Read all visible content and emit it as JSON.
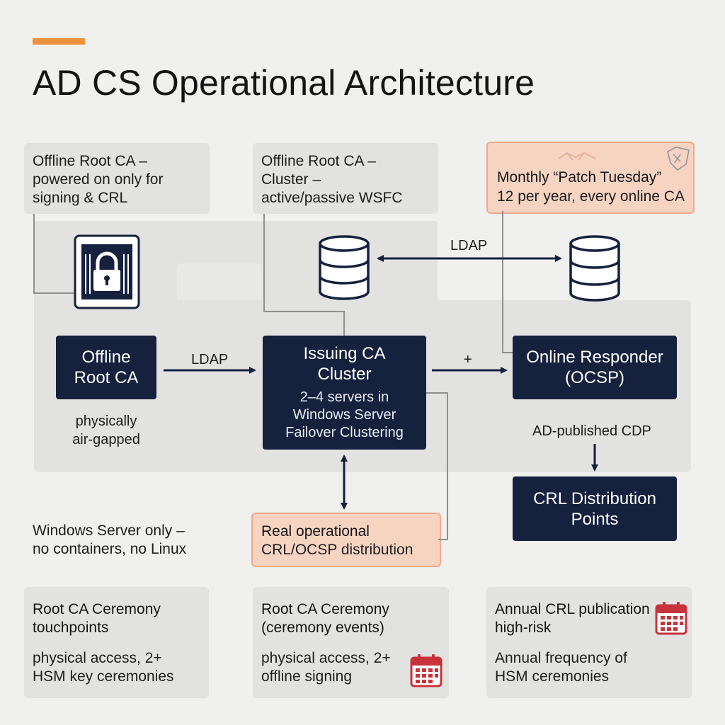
{
  "title": "AD CS Operational Architecture",
  "colors": {
    "accent": "#f0913e",
    "navy": "#15213d",
    "panel": "#e2e2e1",
    "highlight": "#f7d4c2",
    "calendar": "#c8323a"
  },
  "notes": {
    "offline_root": {
      "text": "Offline Root CA –\npowered on only for\nsigning & CRL"
    },
    "cluster": {
      "text": "Offline Root CA –\nCluster –\nactive/passive WSFC"
    },
    "patch": {
      "title": "Monthly “Patch Tuesday”",
      "text": "12 per year, every online CA"
    },
    "windows": {
      "text": "Windows Server only –\nno containers, no Linux"
    },
    "real_ops": {
      "title": "Real operational",
      "text": "CRL/OCSP distribution"
    }
  },
  "nodes": {
    "root_ca": {
      "title": "Offline\nRoot CA"
    },
    "issuing": {
      "title": "Issuing CA\nCluster",
      "sub": "2–4 servers in\nWindows Server\nFailover Clustering"
    },
    "ocsp": {
      "title": "Online Responder\n(OCSP)"
    },
    "crl": {
      "title": "CRL Distribution\nPoints"
    }
  },
  "labels": {
    "air_gapped": "physically\nair-gapped",
    "ldap_top": "LDAP",
    "ldap_mid": "LDAP",
    "plus": "+",
    "ad_cdp": "AD-published CDP"
  },
  "icons": {
    "lock": "padlock-icon",
    "db1": "database-icon",
    "db2": "database-icon",
    "calendar": "calendar-icon",
    "handshake": "handshake-icon",
    "shield": "shield-icon"
  },
  "cards": [
    {
      "title": "Root CA Ceremony\ntouchpoints",
      "body": "physical access, 2+\nHSM key ceremonies"
    },
    {
      "title": "Root CA Ceremony\n(ceremony events)",
      "body": "physical access, 2+\noffline signing"
    },
    {
      "title": "Annual CRL publication\nhigh-risk",
      "body": "Annual frequency of\nHSM ceremonies"
    }
  ]
}
